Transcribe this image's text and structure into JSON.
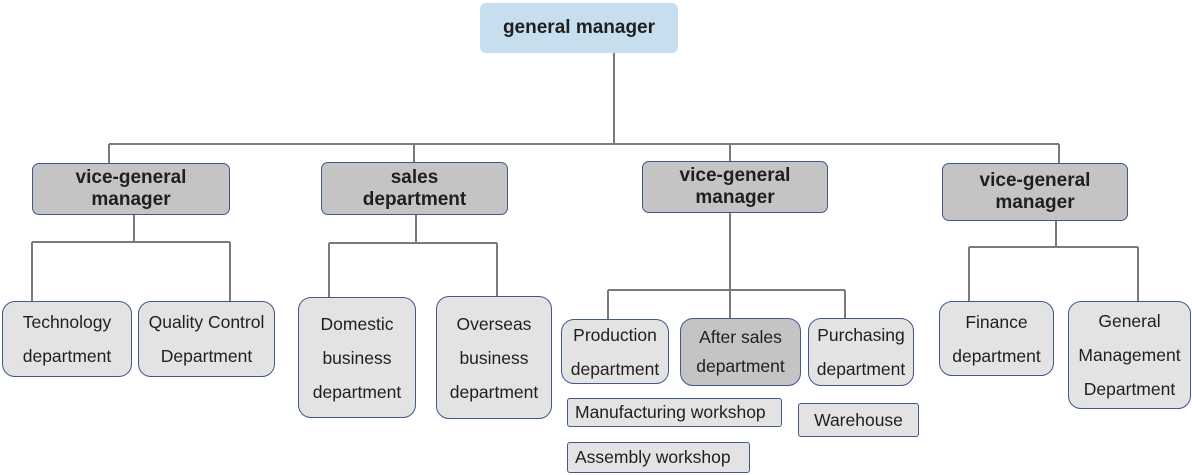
{
  "root": {
    "label": "general manager"
  },
  "branches": [
    {
      "label": "vice-general manager",
      "children": [
        {
          "label": "Technology department"
        },
        {
          "label": "Quality Control Department"
        }
      ]
    },
    {
      "label": "sales department",
      "children": [
        {
          "label": "Domestic business department"
        },
        {
          "label": "Overseas business department"
        }
      ]
    },
    {
      "label": "vice-general manager",
      "children": [
        {
          "label": "Production department",
          "sub": [
            "Manufacturing workshop",
            "Assembly workshop"
          ]
        },
        {
          "label": "After sales department",
          "highlight": true
        },
        {
          "label": "Purchasing department",
          "sub": [
            "Warehouse"
          ]
        }
      ]
    },
    {
      "label": "vice-general manager",
      "children": [
        {
          "label": "Finance department"
        },
        {
          "label": "General Management Department"
        }
      ]
    }
  ],
  "colors": {
    "root_fill": "#c7deef",
    "manager_fill": "#c4c4c4",
    "department_fill": "#e3e3e3",
    "border": "#41578f",
    "connector": "#7a7a7a"
  }
}
